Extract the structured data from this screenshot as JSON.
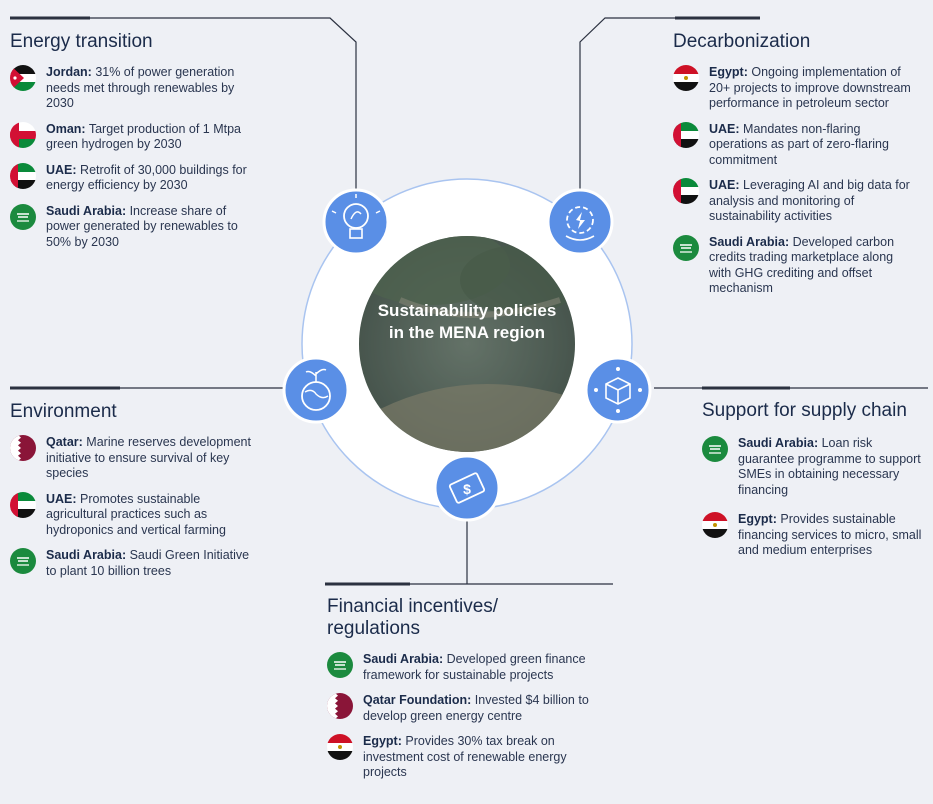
{
  "center": {
    "title": "Sustainability policies in the MENA region"
  },
  "sections": {
    "energy": {
      "title": "Energy transition",
      "items": [
        {
          "country": "Jordan:",
          "text": " 31% of power generation needs met through renewables by 2030"
        },
        {
          "country": "Oman:",
          "text": " Target production of 1 Mtpa green hydrogen by 2030"
        },
        {
          "country": "UAE:",
          "text": " Retrofit of 30,000 buildings for energy efficiency by 2030"
        },
        {
          "country": "Saudi Arabia:",
          "text": " Increase share of power generated by renewables to 50% by 2030"
        }
      ]
    },
    "decarb": {
      "title": "Decarbonization",
      "items": [
        {
          "country": "Egypt:",
          "text": " Ongoing implementation of 20+ projects to improve downstream performance in petroleum sector"
        },
        {
          "country": "UAE:",
          "text": " Mandates non-flaring operations as part of zero-flaring commitment"
        },
        {
          "country": "UAE:",
          "text": " Leveraging AI and big data for analysis and monitoring of sustainability activities"
        },
        {
          "country": "Saudi Arabia:",
          "text": " Developed carbon credits trading marketplace along with GHG crediting and offset mechanism"
        }
      ]
    },
    "env": {
      "title": "Environment",
      "items": [
        {
          "country": "Qatar:",
          "text": " Marine reserves development initiative to ensure survival of key species"
        },
        {
          "country": "UAE:",
          "text": " Promotes sustainable agricultural practices such as hydroponics and vertical farming"
        },
        {
          "country": "Saudi Arabia:",
          "text": " Saudi Green Initiative to plant 10 billion trees"
        }
      ]
    },
    "supply": {
      "title": "Support for supply chain",
      "items": [
        {
          "country": "Saudi Arabia:",
          "text": " Loan risk guarantee programme to support SMEs in obtaining necessary financing"
        },
        {
          "country": "Egypt:",
          "text": " Provides sustainable financing services to micro, small and medium enterprises"
        }
      ]
    },
    "finance": {
      "title": "Financial incentives/ regulations",
      "items": [
        {
          "country": "Saudi Arabia:",
          "text": " Developed green finance framework for sustainable projects"
        },
        {
          "country": "Qatar Foundation:",
          "text": " Invested $4 billion to develop green energy centre"
        },
        {
          "country": "Egypt:",
          "text": " Provides 30% tax break on investment cost of renewable energy projects"
        }
      ]
    }
  },
  "colors": {
    "accent": "#5a8fe6",
    "ring": "#a9c4f0",
    "line": "#2b3140"
  }
}
